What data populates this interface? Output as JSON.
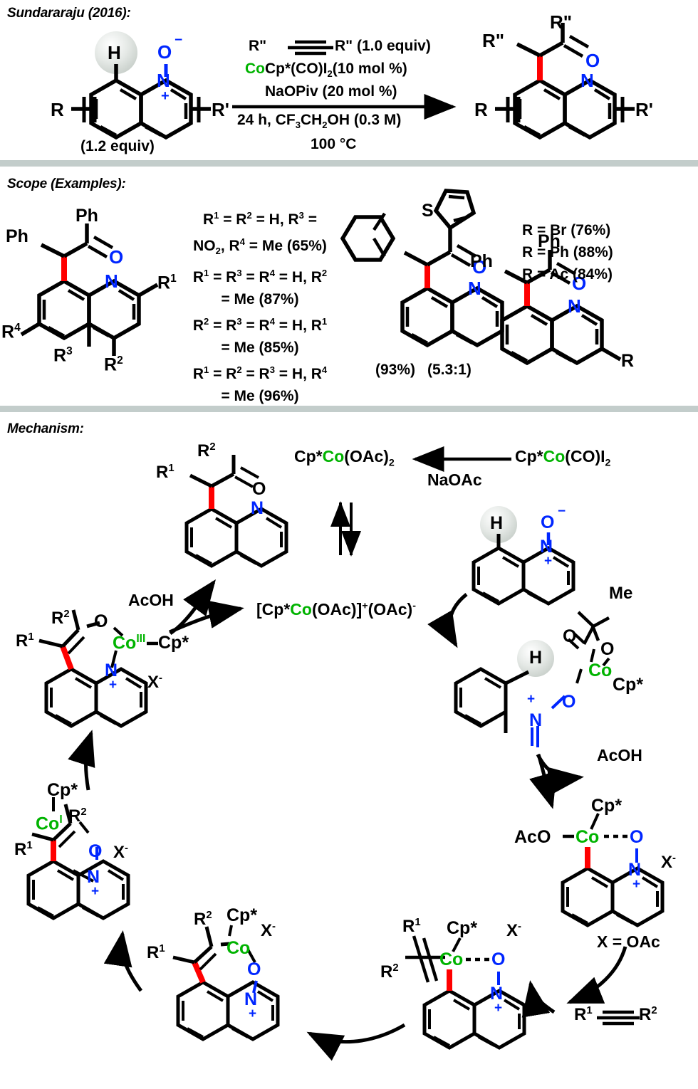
{
  "sections": {
    "s1_title": "Sundararaju (2016):",
    "s2_title": "Scope (Examples):",
    "s3_title": "Mechanism:"
  },
  "colors": {
    "cobalt_green": "#00b300",
    "heteroatom_blue": "#0026ff",
    "new_bond_red": "#ff0000",
    "divider_gray": "#c3cdcb",
    "highlight_gray": "#d8ddda"
  },
  "scheme": {
    "substrate_labels": {
      "h": "H",
      "o_minus": "O",
      "o_charge": "−",
      "n": "N",
      "n_charge": "+",
      "r_left": "R",
      "r_right": "R'",
      "equiv": "(1.2 equiv)"
    },
    "conditions": [
      "R\" —≡— R\" (1.0 equiv)",
      "CoCp*(CO)I2 (10 mol %)",
      "NaOPiv (20 mol %)",
      "24 h, CF3CH2OH (0.3 M)",
      "100 °C"
    ],
    "conditions_parts": {
      "alkyne_left": "R\"",
      "alkyne_right": "R\"",
      "alkyne_equiv": "(1.0 equiv)",
      "cat_co": "Co",
      "cat_rest": "Cp*(CO)I",
      "cat_sub": "2",
      "cat_amount": "(10 mol %)",
      "base": "NaOPiv (20 mol %)",
      "time_solv_a": "24 h, CF",
      "time_solv_b": "3",
      "time_solv_c": "CH",
      "time_solv_d": "2",
      "time_solv_e": "OH (0.3 M)",
      "temp": "100 °C"
    },
    "product_labels": {
      "r2_top": "R\"",
      "r2_left": "R\"",
      "o": "O",
      "n": "N",
      "r_left": "R",
      "r_right": "R'"
    }
  },
  "scope": {
    "structure_left": {
      "ph_top": "Ph",
      "ph_left": "Ph",
      "o": "O",
      "n": "N",
      "r1": "R",
      "r1_sup": "1",
      "r2": "R",
      "r2_sup": "2",
      "r3": "R",
      "r3_sup": "3",
      "r4": "R",
      "r4_sup": "4"
    },
    "entries": [
      "R1 = R2 = H, R3 =",
      "NO2, R4 = Me (65%)",
      "R1 = R3 = R4 = H, R2",
      "= Me (87%)",
      "R2 = R3 = R4 = H, R1",
      "= Me (85%)",
      "R1 = R2 = R3 = H, R4",
      "= Me (96%)"
    ],
    "structure_mid": {
      "s": "S",
      "o": "O",
      "n": "N",
      "yield": "(93%)",
      "ratio": "(5.3:1)"
    },
    "structure_right": {
      "ph_top": "Ph",
      "ph_left": "Ph",
      "o": "O",
      "n": "N",
      "r": "R"
    },
    "right_entries": [
      "R = Br (76%)",
      "R = Ph (88%)",
      "R = Ac (84%)"
    ]
  },
  "mechanism": {
    "product": {
      "r2": "R",
      "r2_sup": "2",
      "r1": "R",
      "r1_sup": "1",
      "o": "O",
      "n": "N"
    },
    "precatalyst_line": {
      "left_cp": "Cp*",
      "left_co": "Co",
      "left_rest": "(OAc)",
      "left_sub": "2",
      "arrow_label": "NaOAc",
      "right_cp": "Cp*",
      "right_co": "Co",
      "right_rest": "(CO)I",
      "right_sub": "2"
    },
    "active_species": {
      "bracket_open": "[",
      "cp": "Cp*",
      "co": "Co",
      "rest": "(OAc)]",
      "charge": "+",
      "counter": "(OAc)",
      "counter_charge": "-"
    },
    "intermediate_co3": {
      "r2": "R",
      "r2_sup": "2",
      "r1": "R",
      "r1_sup": "1",
      "o": "O",
      "co": "Co",
      "co_ox": "III",
      "cp": "Cp*",
      "n": "N",
      "n_charge": "+",
      "x": "X",
      "x_charge": "-"
    },
    "acoh_left": "AcOH",
    "acoh_right": "AcOH",
    "n_oxide": {
      "h": "H",
      "o": "O",
      "o_charge": "−",
      "n": "N",
      "n_charge": "+"
    },
    "cmd_complex": {
      "me": "Me",
      "o1": "O",
      "o2": "O",
      "co": "Co",
      "cp": "Cp*",
      "h": "H",
      "n": "N",
      "n_charge": "+",
      "o_link": "O"
    },
    "cobaltacycle": {
      "cp": "Cp*",
      "aco": "AcO",
      "co": "Co",
      "o": "O",
      "n": "N",
      "n_charge": "+",
      "x": "X",
      "x_charge": "-",
      "x_def": "X = OAc"
    },
    "alkyne": {
      "r1": "R",
      "r1_sup": "1",
      "r2": "R",
      "r2_sup": "2"
    },
    "alkyne_complex": {
      "r1": "R",
      "r1_sup": "1",
      "r2": "R",
      "r2_sup": "2",
      "cp": "Cp*",
      "co": "Co",
      "x": "X",
      "x_charge": "-",
      "o": "O",
      "n": "N",
      "n_charge": "+"
    },
    "vinyl_co": {
      "r2": "R",
      "r2_sup": "2",
      "r1": "R",
      "r1_sup": "1",
      "cp": "Cp*",
      "co": "Co",
      "x": "X",
      "x_charge": "-",
      "o": "O",
      "n": "N",
      "n_charge": "+"
    },
    "co1_species": {
      "cp": "Cp*",
      "co": "Co",
      "co_ox": "I",
      "r2": "R",
      "r2_sup": "2",
      "r1": "R",
      "r1_sup": "1",
      "o": "O",
      "n": "N",
      "n_charge": "+",
      "x": "X",
      "x_charge": "-"
    }
  }
}
